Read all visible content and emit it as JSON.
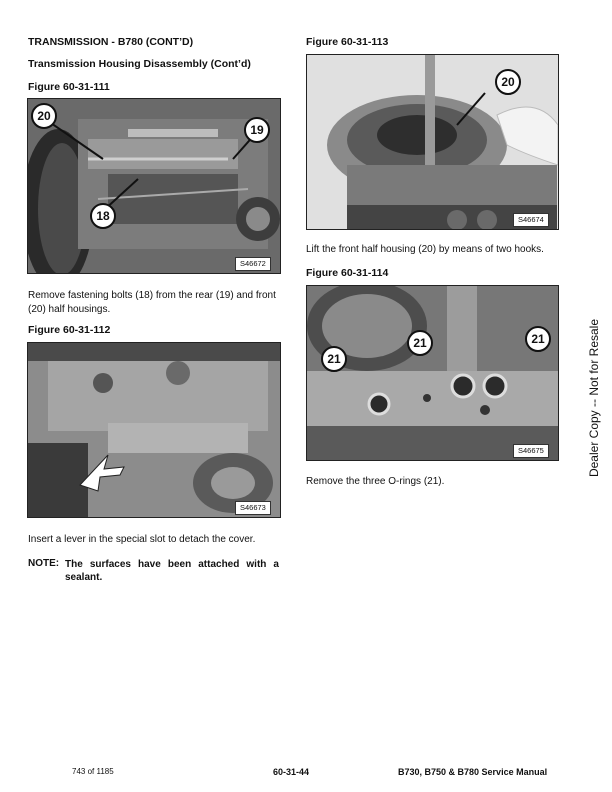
{
  "left": {
    "section_title": "TRANSMISSION - B780 (CONT’D)",
    "subsection_title": "Transmission Housing Disassembly (Cont’d)",
    "fig111": {
      "title": "Figure 60-31-111",
      "code": "S46672",
      "callouts": [
        "20",
        "19",
        "18"
      ]
    },
    "para1": "Remove fastening bolts (18) from the rear (19) and front (20) half housings.",
    "fig112": {
      "title": "Figure 60-31-112",
      "code": "S46673"
    },
    "para2": "Insert a lever in the special slot to detach the cover.",
    "note_label": "NOTE:",
    "note_text": "The surfaces have been attached with a sealant."
  },
  "right": {
    "fig113": {
      "title": "Figure 60-31-113",
      "code": "S46674",
      "callouts": [
        "20"
      ]
    },
    "para1": "Lift the front half housing (20) by means of two hooks.",
    "fig114": {
      "title": "Figure 60-31-114",
      "code": "S46675",
      "callouts": [
        "21",
        "21",
        "21"
      ]
    },
    "para2": "Remove the three O-rings (21)."
  },
  "side_text": "Dealer Copy -- Not for Resale",
  "footer": {
    "page_count": "743 of 1185",
    "page_number": "60-31-44",
    "manual_title": "B730, B750 & B780 Service Manual"
  }
}
